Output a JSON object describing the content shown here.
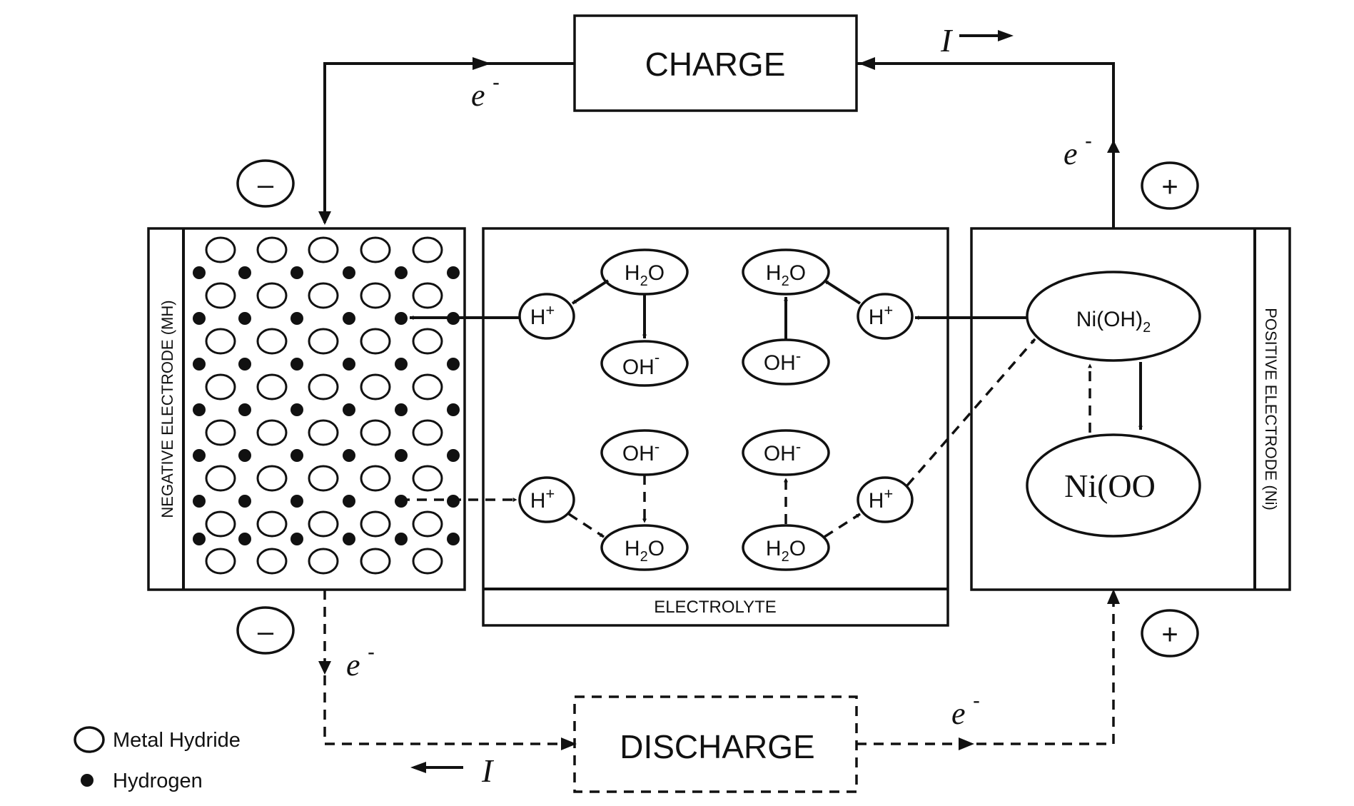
{
  "charge_label": "CHARGE",
  "discharge_label": "DISCHARGE",
  "current_label": "I",
  "electron_label": "e",
  "electron_charge": "-",
  "minus_sign": "–",
  "plus_sign": "+",
  "negative_electrode_label": "NEGATIVE ELECTRODE (MH)",
  "positive_electrode_label": "POSITIVE ELECTRODE (Ni)",
  "electrolyte_label": "ELECTROLYTE",
  "species": {
    "h2o_base": "H",
    "h2o_sub": "2",
    "h2o_tail": "O",
    "oh": "OH",
    "oh_charge": "-",
    "h": "H",
    "h_charge": "+",
    "nioh2_base": "Ni(OH)",
    "nioh2_sub": "2",
    "niooh": "Ni(OO"
  },
  "legend": {
    "metal_hydride": "Metal Hydride",
    "hydrogen": "Hydrogen"
  }
}
